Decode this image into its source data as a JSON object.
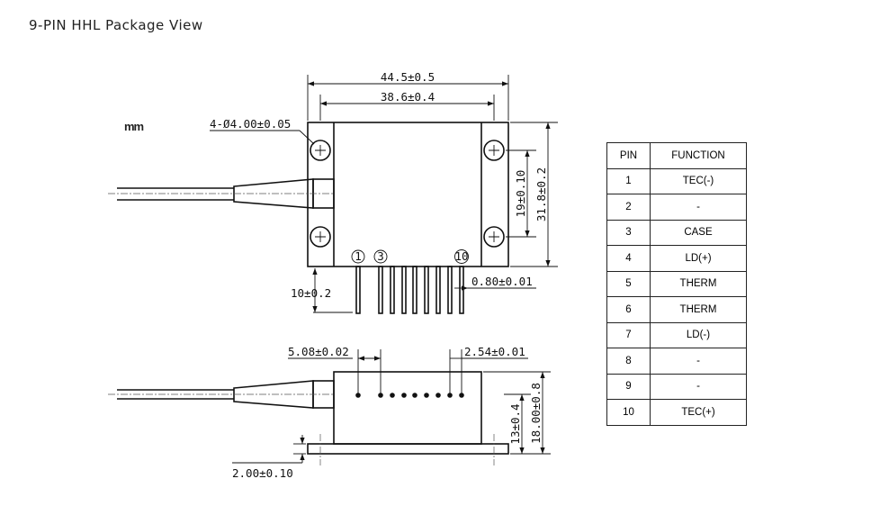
{
  "title": "9-PIN HHL Package View",
  "unit": "mm",
  "dimensions": {
    "overall_width": "44.5±0.5",
    "hole_spacing_x": "38.6±0.4",
    "holes": "4-Ø4.00±0.05",
    "hole_spacing_y": "19±0.10",
    "overall_height": "31.8±0.2",
    "pin_length": "10±0.2",
    "pin_width": "0.80±0.01",
    "pin1_pin3_spacing": "5.08±0.02",
    "pin_pitch": "2.54±0.01",
    "pin_height": "13±0.4",
    "total_height": "18.00±0.8",
    "base_thickness": "2.00±0.10"
  },
  "pin_labels": [
    "1",
    "3",
    "10"
  ],
  "table": {
    "headers": [
      "PIN",
      "FUNCTION"
    ],
    "rows": [
      [
        "1",
        "TEC(-)"
      ],
      [
        "2",
        "-"
      ],
      [
        "3",
        "CASE"
      ],
      [
        "4",
        "LD(+)"
      ],
      [
        "5",
        "THERM"
      ],
      [
        "6",
        "THERM"
      ],
      [
        "7",
        "LD(-)"
      ],
      [
        "8",
        "-"
      ],
      [
        "9",
        "-"
      ],
      [
        "10",
        "TEC(+)"
      ]
    ]
  }
}
